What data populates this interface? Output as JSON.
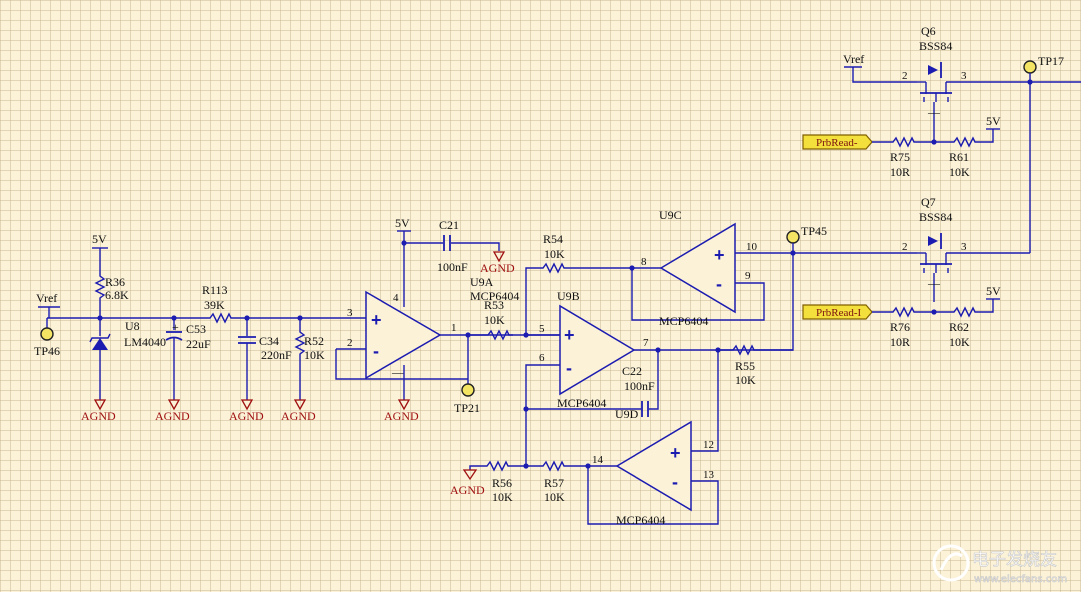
{
  "nets": {
    "vref_left": "Vref",
    "vref_top": "Vref",
    "v5_d1": "5V",
    "v5_opamp": "5V",
    "v5_r61": "5V",
    "v5_r62": "5V",
    "agnd": "AGND"
  },
  "components": {
    "r36": {
      "ref": "R36",
      "value": "6.8K"
    },
    "u8": {
      "ref": "U8",
      "value": "LM4040"
    },
    "c53": {
      "ref": "C53",
      "value": "22uF"
    },
    "r113": {
      "ref": "R113",
      "value": "39K"
    },
    "c34": {
      "ref": "C34",
      "value": "220nF"
    },
    "r52": {
      "ref": "R52",
      "value": "10K"
    },
    "c21": {
      "ref": "C21",
      "value": "100nF"
    },
    "u9a": {
      "ref": "U9A",
      "value": "MCP6404"
    },
    "r53": {
      "ref": "R53",
      "value": "10K"
    },
    "r54": {
      "ref": "R54",
      "value": "10K"
    },
    "u9b": {
      "ref": "U9B",
      "value": "MCP6404"
    },
    "u9c": {
      "ref": "U9C",
      "value": "MCP6404"
    },
    "u9d": {
      "ref": "U9D",
      "value": "MCP6404"
    },
    "c22": {
      "ref": "C22",
      "value": "100nF"
    },
    "r55": {
      "ref": "R55",
      "value": "10K"
    },
    "r56": {
      "ref": "R56",
      "value": "10K"
    },
    "r57": {
      "ref": "R57",
      "value": "10K"
    },
    "q6": {
      "ref": "Q6",
      "value": "BSS84"
    },
    "q7": {
      "ref": "Q7",
      "value": "BSS84"
    },
    "r75": {
      "ref": "R75",
      "value": "10R"
    },
    "r61": {
      "ref": "R61",
      "value": "10K"
    },
    "r76": {
      "ref": "R76",
      "value": "10R"
    },
    "r62": {
      "ref": "R62",
      "value": "10K"
    }
  },
  "test_points": {
    "tp46": "TP46",
    "tp21": "TP21",
    "tp45": "TP45",
    "tp17": "TP17"
  },
  "ports": {
    "prbread_top": "PrbRead-",
    "prbread_bottom": "PrbRead-I"
  },
  "pins": {
    "u9a": {
      "in_plus": "3",
      "in_minus": "2",
      "out": "1",
      "vdd": "4"
    },
    "u9b": {
      "in_plus": "5",
      "in_minus": "6",
      "out": "7"
    },
    "u9c": {
      "in_plus": "8",
      "in_minus": "9",
      "out": "10"
    },
    "u9d": {
      "in_plus": "12",
      "in_minus": "13",
      "out": "14"
    },
    "q6": {
      "left": "2",
      "right": "3"
    },
    "q7": {
      "left": "2",
      "right": "3"
    }
  },
  "symbols": {
    "plus": "+",
    "minus": "-"
  },
  "watermark": {
    "line1": "电子发烧友",
    "line2": "www.elecfans.com"
  },
  "colors": {
    "wire": "#1c1cb0",
    "ground_label": "#a01010",
    "background": "#fbf2d8",
    "port_fill": "#f4e03c"
  }
}
